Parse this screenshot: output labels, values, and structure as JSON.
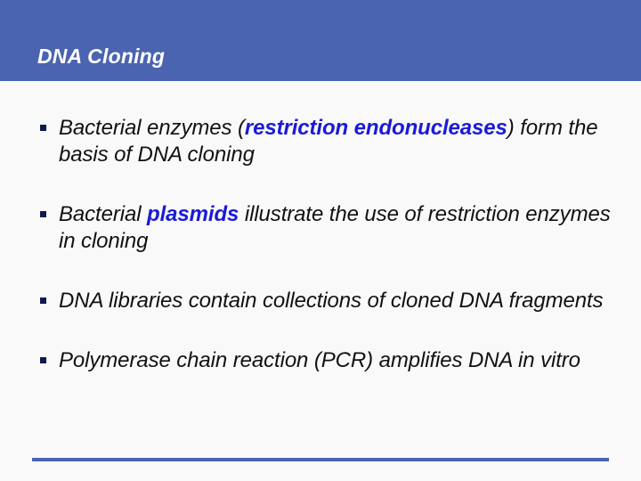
{
  "slide": {
    "title": "DNA Cloning",
    "colors": {
      "header_band": "#4a64b0",
      "title_text": "#ffffff",
      "body_background": "#f9f9fa",
      "body_text": "#111111",
      "emphasis_text": "#1a1ad6",
      "bullet_marker": "#0d1a4d",
      "bottom_rule": "#4a64b0"
    },
    "bullets": [
      {
        "marker": "square-bullet-icon",
        "segments": [
          {
            "text": "Bacterial enzymes (",
            "emphasis": false
          },
          {
            "text": "restriction endonucleases",
            "emphasis": true
          },
          {
            "text": ") form the basis of DNA cloning",
            "emphasis": false
          }
        ],
        "plain_text": "Bacterial enzymes (restriction endonucleases) form the basis of DNA cloning"
      },
      {
        "marker": "square-bullet-icon",
        "segments": [
          {
            "text": "Bacterial ",
            "emphasis": false
          },
          {
            "text": "plasmids",
            "emphasis": true
          },
          {
            "text": " illustrate the use of restriction enzymes in cloning",
            "emphasis": false
          }
        ],
        "plain_text": "Bacterial plasmids illustrate the use of restriction enzymes in cloning"
      },
      {
        "marker": "square-bullet-icon",
        "segments": [
          {
            "text": "DNA libraries contain collections of cloned DNA fragments",
            "emphasis": false
          }
        ],
        "plain_text": "DNA libraries contain collections of cloned DNA fragments"
      },
      {
        "marker": "square-bullet-icon",
        "segments": [
          {
            "text": "Polymerase chain reaction (PCR) amplifies DNA in vitro",
            "emphasis": false
          }
        ],
        "plain_text": "Polymerase chain reaction (PCR) amplifies DNA in vitro"
      }
    ]
  }
}
